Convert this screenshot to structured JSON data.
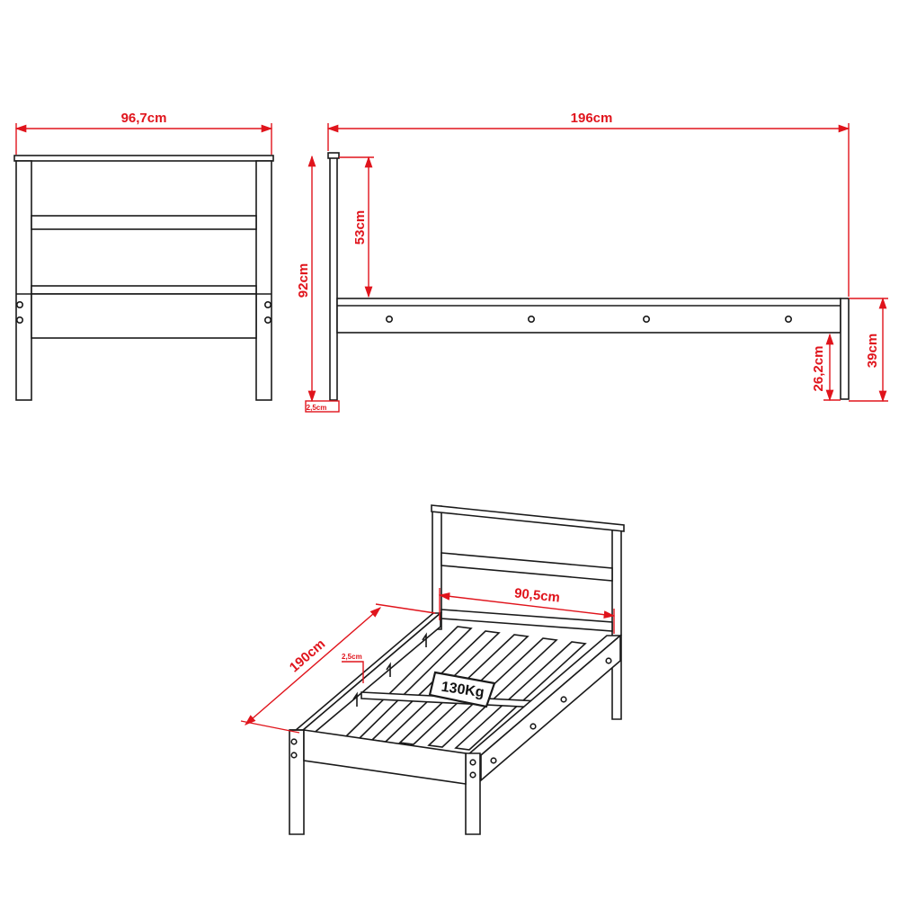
{
  "dimensions": {
    "front_width": "96,7cm",
    "total_length": "196cm",
    "headboard_height": "53cm",
    "total_height": "92cm",
    "headboard_thickness": "2,5cm",
    "frame_height": "39cm",
    "underbed_clearance": "26,2cm",
    "inner_width": "90,5cm",
    "inner_length": "190cm",
    "slat_gap": "2,5cm"
  },
  "load": {
    "capacity": "130Kg"
  },
  "colors": {
    "dimension": "#e0141c",
    "outline": "#1a1a1a",
    "background": "#ffffff"
  }
}
